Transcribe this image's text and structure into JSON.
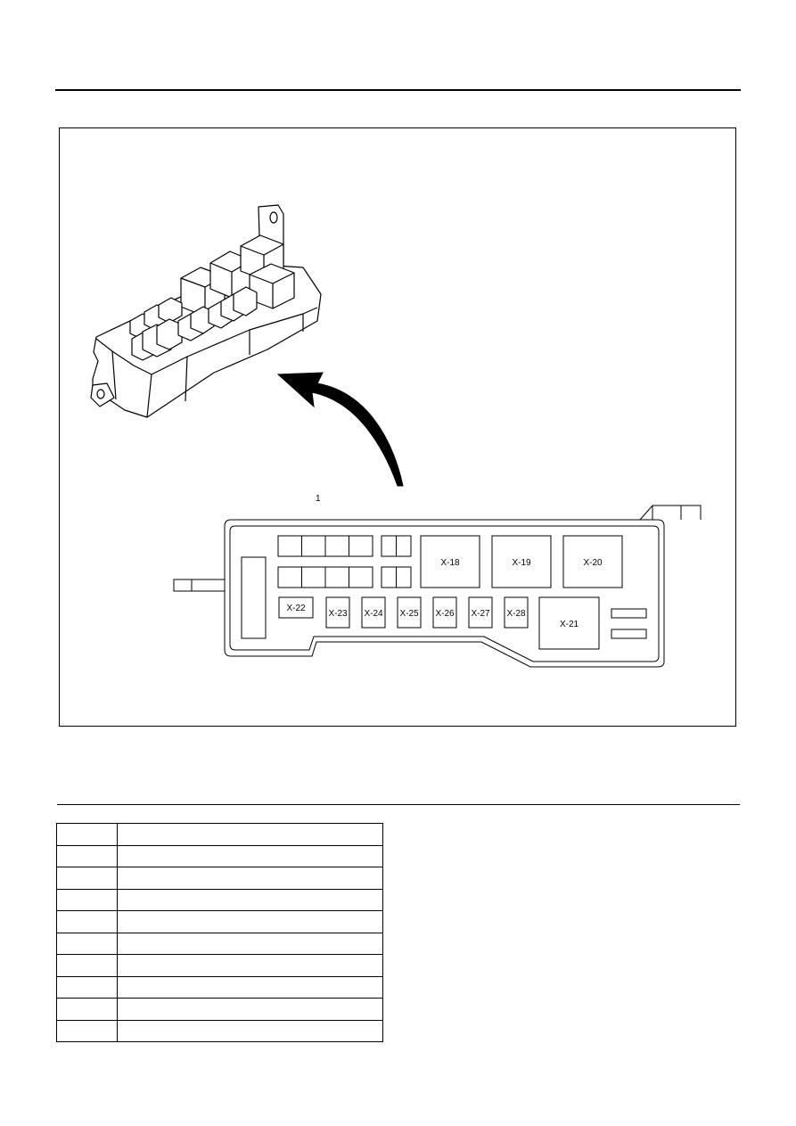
{
  "diagram": {
    "callout_number": "1",
    "connectors": {
      "x18": "X-18",
      "x19": "X-19",
      "x20": "X-20",
      "x21": "X-21",
      "x22": "X-22",
      "x23": "X-23",
      "x24": "X-24",
      "x25": "X-25",
      "x26": "X-26",
      "x27": "X-27",
      "x28": "X-28"
    }
  },
  "legend_table": {
    "rows": [
      {
        "key": "",
        "value": ""
      },
      {
        "key": "",
        "value": ""
      },
      {
        "key": "",
        "value": ""
      },
      {
        "key": "",
        "value": ""
      },
      {
        "key": "",
        "value": ""
      },
      {
        "key": "",
        "value": ""
      },
      {
        "key": "",
        "value": ""
      },
      {
        "key": "",
        "value": ""
      },
      {
        "key": "",
        "value": ""
      },
      {
        "key": "",
        "value": ""
      }
    ]
  }
}
